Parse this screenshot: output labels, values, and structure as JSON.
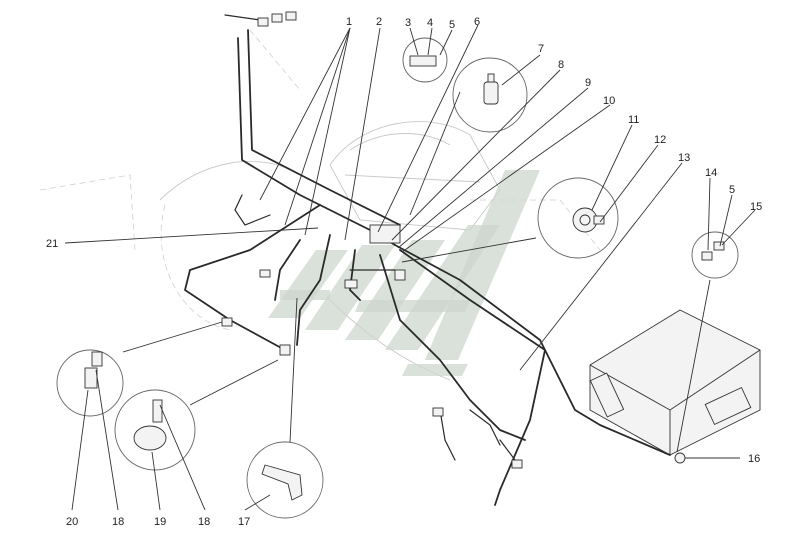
{
  "callouts": [
    {
      "id": "c1",
      "text": "1"
    },
    {
      "id": "c2",
      "text": "2"
    },
    {
      "id": "c3",
      "text": "3"
    },
    {
      "id": "c4",
      "text": "4"
    },
    {
      "id": "c5a",
      "text": "5"
    },
    {
      "id": "c6",
      "text": "6"
    },
    {
      "id": "c7",
      "text": "7"
    },
    {
      "id": "c8",
      "text": "8"
    },
    {
      "id": "c9",
      "text": "9"
    },
    {
      "id": "c10",
      "text": "10"
    },
    {
      "id": "c11",
      "text": "11"
    },
    {
      "id": "c12",
      "text": "12"
    },
    {
      "id": "c13",
      "text": "13"
    },
    {
      "id": "c14",
      "text": "14"
    },
    {
      "id": "c5b",
      "text": "5"
    },
    {
      "id": "c15",
      "text": "15"
    },
    {
      "id": "c16",
      "text": "16"
    },
    {
      "id": "c17",
      "text": "17"
    },
    {
      "id": "c18a",
      "text": "18"
    },
    {
      "id": "c19",
      "text": "19"
    },
    {
      "id": "c18b",
      "text": "18"
    },
    {
      "id": "c20",
      "text": "20"
    },
    {
      "id": "c21",
      "text": "21"
    }
  ]
}
